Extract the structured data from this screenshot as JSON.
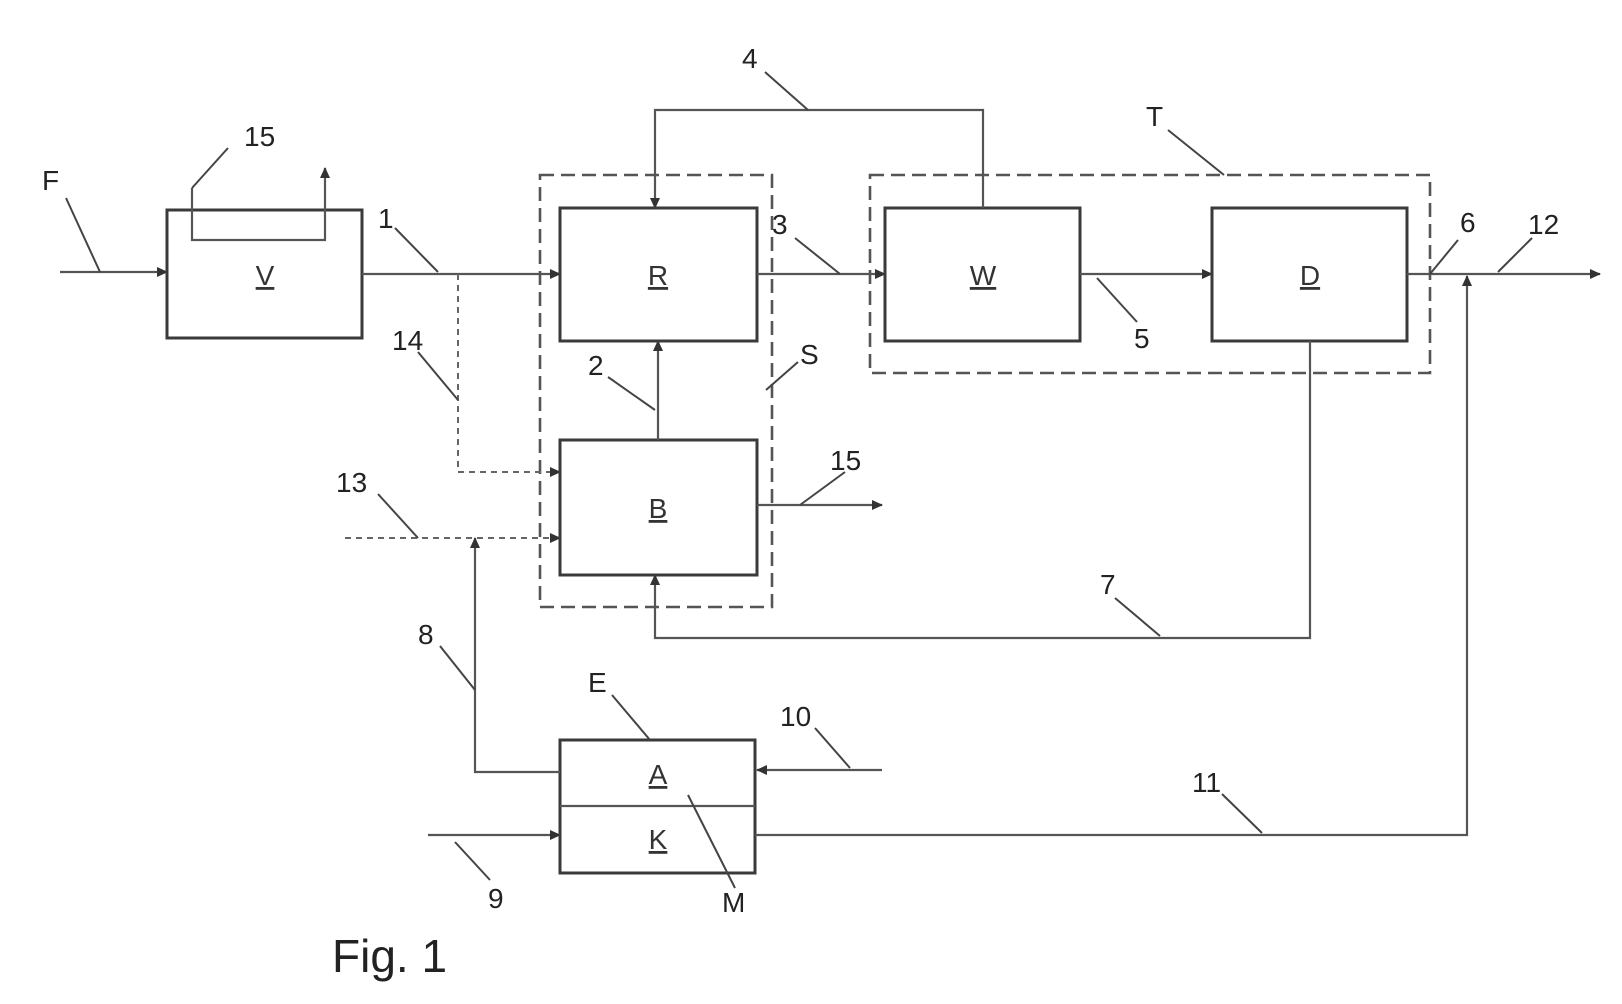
{
  "blocks": {
    "V": "V",
    "R": "R",
    "B": "B",
    "W": "W",
    "D": "D",
    "A": "A",
    "K": "K"
  },
  "labels": {
    "F": "F",
    "l1": "1",
    "l2": "2",
    "l3": "3",
    "l4": "4",
    "l5": "5",
    "l6": "6",
    "l7": "7",
    "l8": "8",
    "l9": "9",
    "l10": "10",
    "l11": "11",
    "l12": "12",
    "l13": "13",
    "l14": "14",
    "l15a": "15",
    "l15b": "15",
    "S": "S",
    "T": "T",
    "E": "E",
    "M": "M"
  },
  "caption": "Fig. 1"
}
